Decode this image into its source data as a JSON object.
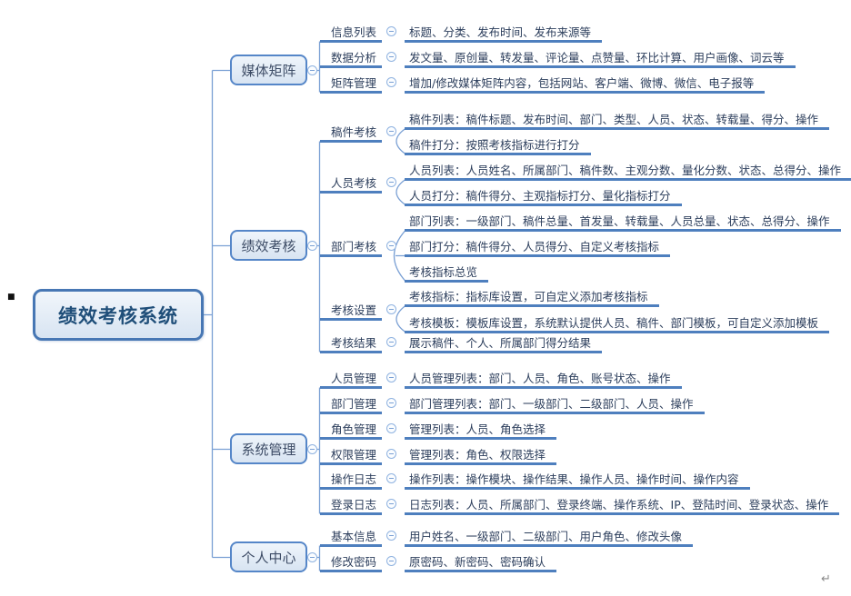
{
  "mindmap": {
    "root": "绩效考核系统",
    "branches": [
      {
        "label": "媒体矩阵",
        "children": [
          {
            "label": "信息列表",
            "leaves": [
              "标题、分类、发布时间、发布来源等"
            ]
          },
          {
            "label": "数据分析",
            "leaves": [
              "发文量、原创量、转发量、评论量、点赞量、环比计算、用户画像、词云等"
            ]
          },
          {
            "label": "矩阵管理",
            "leaves": [
              "增加/修改媒体矩阵内容，包括网站、客户端、微博、微信、电子报等"
            ]
          }
        ]
      },
      {
        "label": "绩效考核",
        "children": [
          {
            "label": "稿件考核",
            "leaves": [
              "稿件列表：稿件标题、发布时间、部门、类型、人员、状态、转载量、得分、操作",
              "稿件打分：按照考核指标进行打分"
            ]
          },
          {
            "label": "人员考核",
            "leaves": [
              "人员列表：人员姓名、所属部门、稿件数、主观分数、量化分数、状态、总得分、操作",
              "人员打分：稿件得分、主观指标打分、量化指标打分"
            ]
          },
          {
            "label": "部门考核",
            "leaves": [
              "部门列表：一级部门、稿件总量、首发量、转载量、人员总量、状态、总得分、操作",
              "部门打分：稿件得分、人员得分、自定义考核指标",
              "考核指标总览"
            ]
          },
          {
            "label": "考核设置",
            "leaves": [
              "考核指标：指标库设置，可自定义添加考核指标",
              "考核模板：模板库设置，系统默认提供人员、稿件、部门模板，可自定义添加模板"
            ]
          },
          {
            "label": "考核结果",
            "leaves": [
              "展示稿件、个人、所属部门得分结果"
            ]
          }
        ]
      },
      {
        "label": "系统管理",
        "children": [
          {
            "label": "人员管理",
            "leaves": [
              "人员管理列表：部门、人员、角色、账号状态、操作"
            ]
          },
          {
            "label": "部门管理",
            "leaves": [
              "部门管理列表：部门、一级部门、二级部门、人员、操作"
            ]
          },
          {
            "label": "角色管理",
            "leaves": [
              "管理列表：人员、角色选择"
            ]
          },
          {
            "label": "权限管理",
            "leaves": [
              "管理列表：角色、权限选择"
            ]
          },
          {
            "label": "操作日志",
            "leaves": [
              "操作列表：操作模块、操作结果、操作人员、操作时间、操作内容"
            ]
          },
          {
            "label": "登录日志",
            "leaves": [
              "日志列表：人员、所属部门、登录终端、操作系统、IP、登陆时间、登录状态、操作"
            ]
          }
        ]
      },
      {
        "label": "个人中心",
        "children": [
          {
            "label": "基本信息",
            "leaves": [
              "用户姓名、一级部门、二级部门、用户角色、修改头像"
            ]
          },
          {
            "label": "修改密码",
            "leaves": [
              "原密码、新密码、密码确认"
            ]
          }
        ]
      }
    ]
  },
  "decorations": {
    "bullet": "■",
    "paragraph_mark": "↵"
  },
  "icons": {
    "collapse": "minus-circle"
  },
  "colors": {
    "line": "#7aa0d4",
    "underline": "#4e7fbe",
    "node_border": "#5586c8",
    "node_fill": "#dce7f5",
    "root_text": "#1f4e79",
    "text": "#2c3e5c"
  }
}
